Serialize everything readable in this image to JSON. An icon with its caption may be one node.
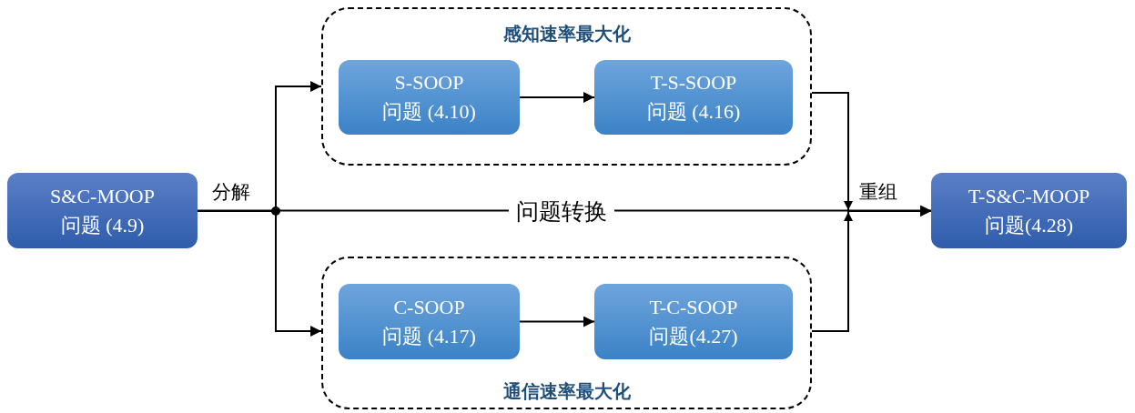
{
  "diagram": {
    "nodes": [
      {
        "text": [
          "S&C-MOOP",
          "问题 (4.9)"
        ]
      },
      {
        "text": [
          "感知速率最大化"
        ]
      },
      {
        "text": [
          "S-SOOP",
          "问题 (4.10)"
        ],
        "in": 1
      },
      {
        "text": [
          "T-S-SOOP",
          "问题 (4.16)"
        ],
        "in": 1
      },
      {
        "text": [
          "通信速率最大化"
        ]
      },
      {
        "text": [
          "C-SOOP",
          "问题 (4.17)"
        ],
        "in": 4
      },
      {
        "text": [
          "T-C-SOOP",
          "问题(4.27)"
        ],
        "in": 4
      },
      {
        "text": [
          "T-S&C-MOOP",
          "问题(4.28)"
        ]
      }
    ],
    "edges": [
      {
        "from": 0,
        "to": 1,
        "arrow": "to"
      },
      {
        "from": 0,
        "to": 4,
        "arrow": "to"
      },
      {
        "from": 0,
        "to": 7,
        "arrow": "to",
        "label": "问题转换"
      },
      {
        "from": 1,
        "to": 7,
        "arrow": "to"
      },
      {
        "from": 4,
        "to": 7,
        "arrow": "to"
      },
      {
        "from": 2,
        "to": 3,
        "arrow": "to"
      },
      {
        "from": 5,
        "to": 6,
        "arrow": "to"
      }
    ],
    "labels": [
      "分解",
      "重组"
    ]
  }
}
